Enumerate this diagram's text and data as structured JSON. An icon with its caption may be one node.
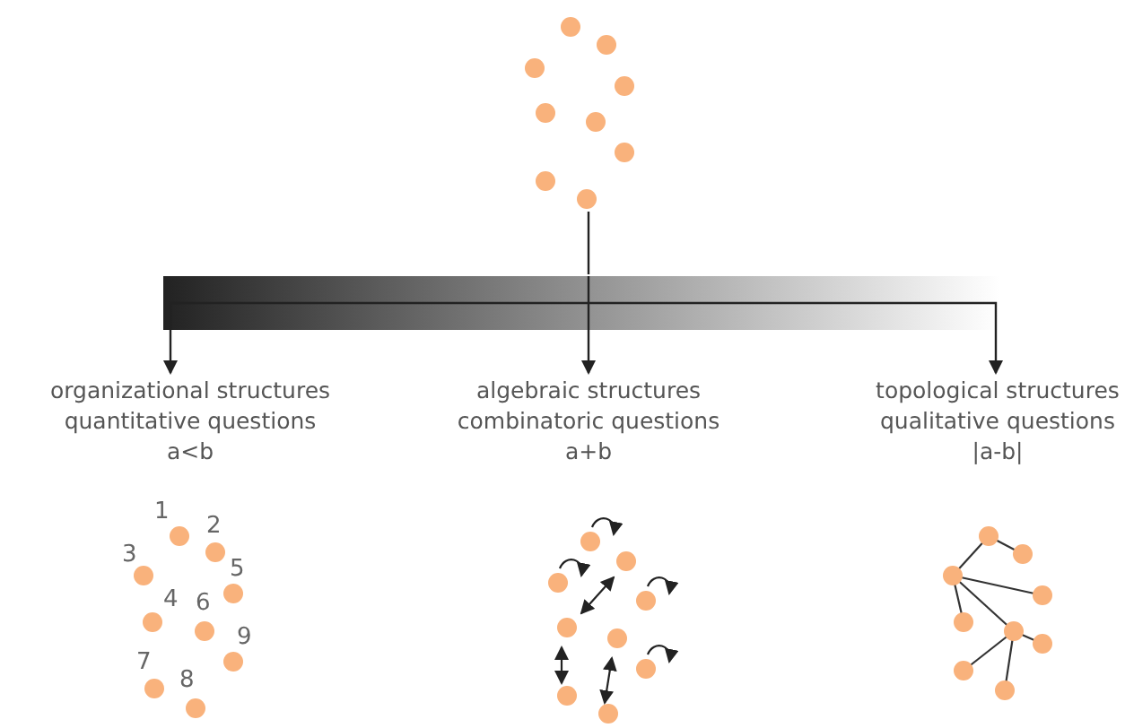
{
  "diagram": {
    "nodes": [
      {
        "text": [],
        "shape": "picture"
      },
      {
        "text": [],
        "shape": "bar"
      },
      {
        "text": [
          "organizational structures",
          "quantitative questions",
          "a<b"
        ]
      },
      {
        "text": [
          "algebraic structures",
          "combinatoric questions",
          "a+b"
        ]
      },
      {
        "text": [
          "topological structures",
          "qualitative questions",
          "|a-b|"
        ]
      }
    ],
    "edges": [
      {
        "from": 0,
        "to": 1,
        "arrow": "none"
      },
      {
        "from": 1,
        "to": 2,
        "arrow": "to"
      },
      {
        "from": 1,
        "to": 3,
        "arrow": "to"
      },
      {
        "from": 1,
        "to": 4,
        "arrow": "to"
      }
    ],
    "labels": [
      "1",
      "2",
      "3",
      "5",
      "4",
      "6",
      "9",
      "7",
      "8"
    ]
  }
}
